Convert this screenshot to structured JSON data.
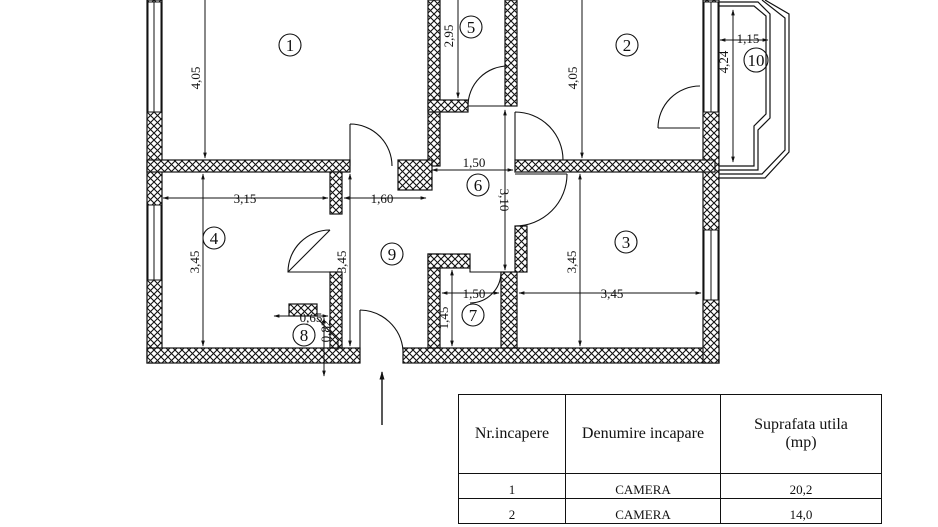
{
  "rooms": [
    {
      "num": "1"
    },
    {
      "num": "2"
    },
    {
      "num": "3"
    },
    {
      "num": "4"
    },
    {
      "num": "5"
    },
    {
      "num": "6"
    },
    {
      "num": "7"
    },
    {
      "num": "8"
    },
    {
      "num": "9"
    },
    {
      "num": "10"
    }
  ],
  "dimensions": {
    "d1": "4,05",
    "d2": "2,95",
    "d3": "4,05",
    "d4": "1,15",
    "d5": "4,24",
    "d6": "1,50",
    "d7": "3,10",
    "d8": "3,15",
    "d9": "1,60",
    "d10": "3,45",
    "d11": "3,45",
    "d12": "3,45",
    "d13": "3,45",
    "d14": "1,50",
    "d15": "1,45",
    "d16": "0,65",
    "d17": "0,82"
  },
  "table": {
    "headers": {
      "nr": "Nr.incapere",
      "name": "Denumire incapare",
      "area_l1": "Suprafata utila",
      "area_l2": "(mp)"
    },
    "rows": [
      {
        "nr": "1",
        "name": "CAMERA",
        "area": "20,2"
      },
      {
        "nr": "2",
        "name": "CAMERA",
        "area": "14,0"
      }
    ]
  }
}
